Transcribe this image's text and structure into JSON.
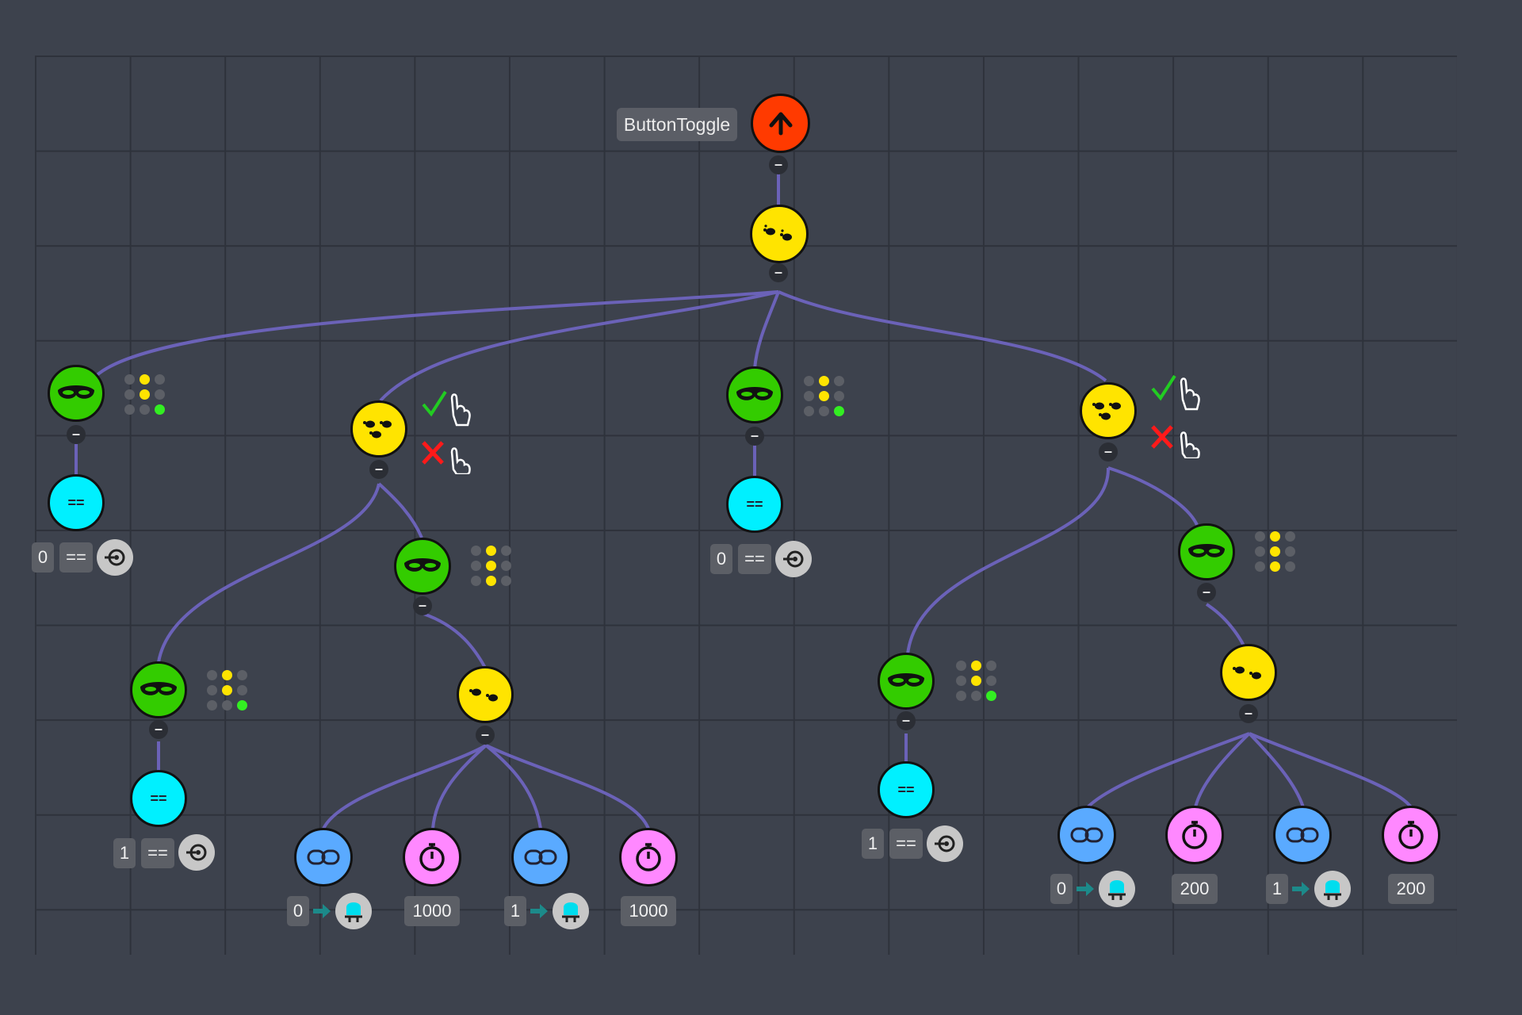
{
  "tree": {
    "root_name": "ButtonToggle",
    "compare_tags": [
      {
        "value": "0",
        "op": "=="
      },
      {
        "value": "0",
        "op": "=="
      },
      {
        "value": "1",
        "op": "=="
      },
      {
        "value": "1",
        "op": "=="
      }
    ],
    "output_tags": [
      {
        "value": "0"
      },
      {
        "value": "1"
      },
      {
        "value": "0"
      },
      {
        "value": "1"
      }
    ],
    "delay_tags": [
      "1000",
      "1000",
      "200",
      "200"
    ],
    "equals_symbol": "=="
  },
  "colors": {
    "background": "#3d424d",
    "link": "#6b62b8",
    "sequence": "#ffe400",
    "condition": "#33cc00",
    "compare": "#00f0ff",
    "root": "#ff3a00",
    "output": "#5aaaff",
    "delay": "#ff88ff"
  },
  "icons": {
    "root": "up-arrow-icon",
    "sequence": "footprints-icon",
    "selector": "footprints-icon",
    "condition": "mask-icon",
    "compare": "equals-icon",
    "input": "target-arrow-icon",
    "output": "link-icon",
    "led": "led-icon",
    "delay": "stopwatch-icon",
    "success": "check-icon",
    "failure": "cross-icon",
    "pointer": "hand-pointer-icon"
  }
}
